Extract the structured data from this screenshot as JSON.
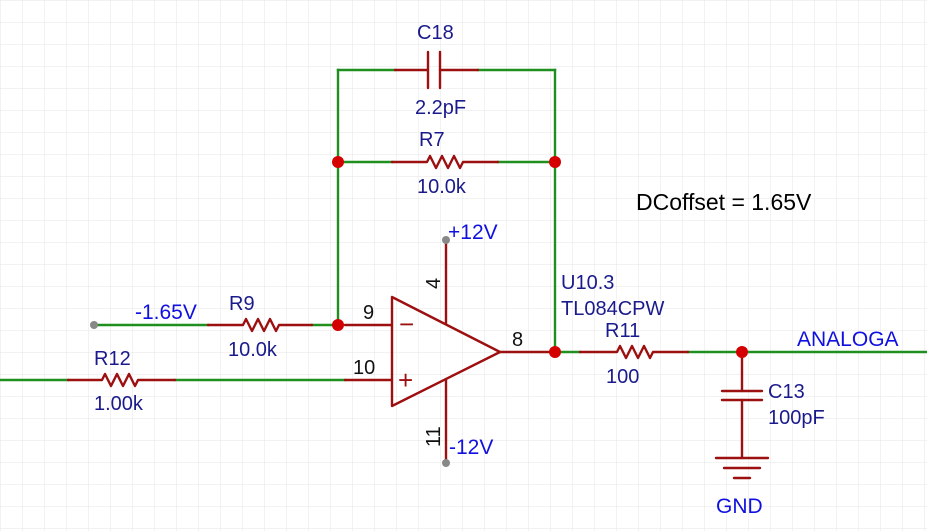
{
  "components": {
    "c18": {
      "ref": "C18",
      "value": "2.2pF"
    },
    "r7": {
      "ref": "R7",
      "value": "10.0k"
    },
    "r9": {
      "ref": "R9",
      "value": "10.0k"
    },
    "r12": {
      "ref": "R12",
      "value": "1.00k"
    },
    "r11": {
      "ref": "R11",
      "value": "100"
    },
    "c13": {
      "ref": "C13",
      "value": "100pF"
    },
    "u10": {
      "ref": "U10.3",
      "part": "TL084CPW",
      "minus_sign": "−",
      "plus_sign": "+"
    }
  },
  "pins": {
    "p4": "4",
    "p9": "9",
    "p10": "10",
    "p8": "8",
    "p11": "11"
  },
  "nets": {
    "vpos": "+12V",
    "vneg": "-12V",
    "offset_in": "-1.65V",
    "analoga": "ANALOGA",
    "gnd": "GND"
  },
  "annotation": "DCoffset = 1.65V",
  "colors": {
    "wire": "#1f8f1f",
    "part": "#9c1010",
    "junction": "#d40000",
    "net_label": "#1010e0",
    "ref_label": "#1a1a8c",
    "grid": "#e6e6e6"
  }
}
